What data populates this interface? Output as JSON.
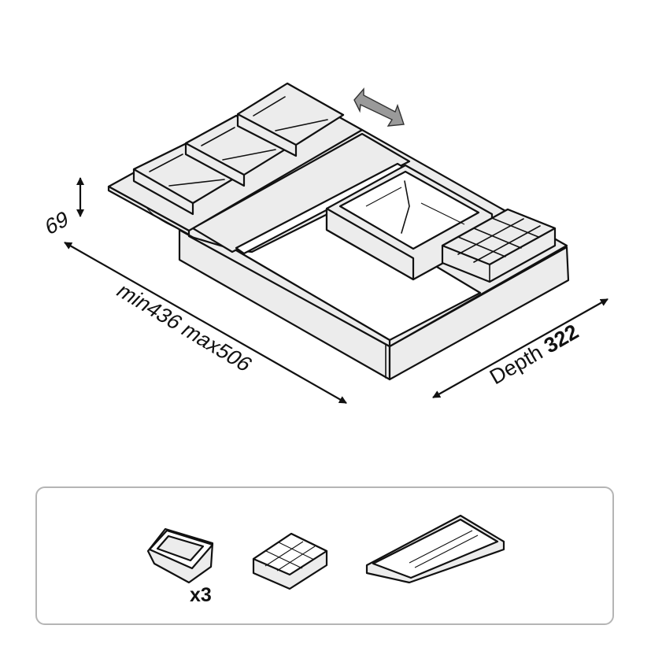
{
  "dimensions": {
    "height": "69",
    "width_range": "min436 max506",
    "depth_label": "Depth",
    "depth_value": "322"
  },
  "contents": {
    "lid_box_quantity": "x3"
  },
  "colors": {
    "part_fill": "#ececec",
    "outline": "#111111",
    "slide_arrow": "#9a9a9a",
    "legend_border": "#b5b5b5"
  }
}
